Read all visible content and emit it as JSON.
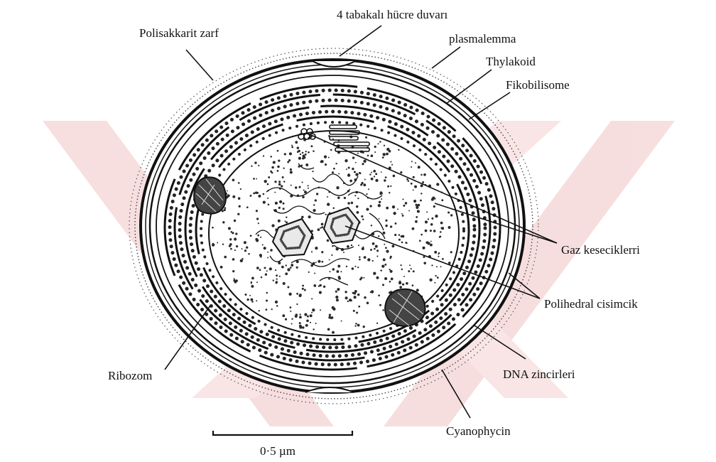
{
  "colors": {
    "watermark": "#f4d3d3",
    "ink": "#111111",
    "stipple": "#2a2a2a"
  },
  "labels": {
    "cell_wall": "4 tabakalı hücre duvarı",
    "polysaccharide": "Polisakkarit zarf",
    "plasmalemma": "plasmalemma",
    "thylakoid": "Thylakoid",
    "phycobilisome": "Fikobilisome",
    "gas_vesicles": "Gaz keseciklerri",
    "polyhedral_body": "Polihedral cisimcik",
    "dna": "DNA zincirleri",
    "ribosome": "Ribozom",
    "cyanophycin": "Cyanophycin"
  },
  "scale_bar": {
    "label": "0·5 µm"
  }
}
